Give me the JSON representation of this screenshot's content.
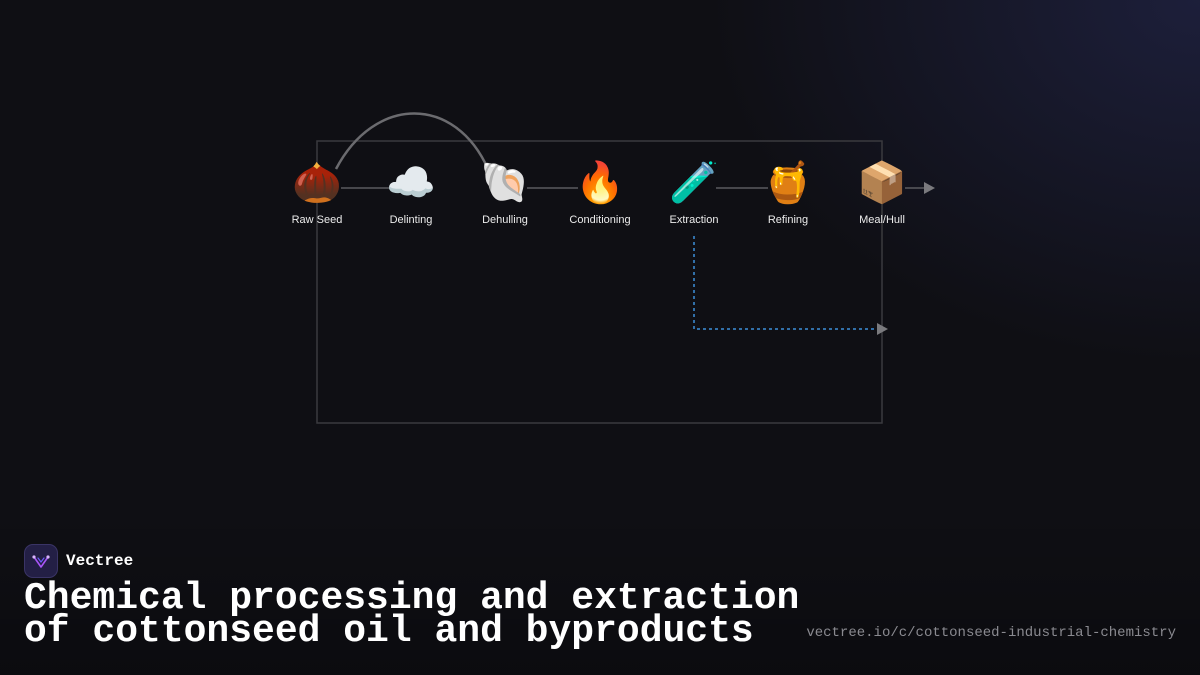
{
  "diagram": {
    "stages": [
      {
        "label": "Raw Seed",
        "icon": "chestnut-icon",
        "glyph": "🌰"
      },
      {
        "label": "Delinting",
        "icon": "cloud-icon",
        "glyph": "☁️"
      },
      {
        "label": "Dehulling",
        "icon": "shell-icon",
        "glyph": "🐚"
      },
      {
        "label": "Conditioning",
        "icon": "fire-icon",
        "glyph": "🔥"
      },
      {
        "label": "Extraction",
        "icon": "test-tube-icon",
        "glyph": "🧪"
      },
      {
        "label": "Refining",
        "icon": "honey-pot-icon",
        "glyph": "🍯"
      },
      {
        "label": "Meal/Hull",
        "icon": "package-icon",
        "glyph": "📦"
      }
    ],
    "colors": {
      "line": "#5a5a5e",
      "arc": "#6b6b6f",
      "box": "#3a3a3e",
      "dashed": "#3d8fd9",
      "arrow": "#7a7a7e"
    }
  },
  "brand": {
    "name": "Vectree",
    "logo_icon": "vectree-logo-icon"
  },
  "title": {
    "line1": "Chemical processing and extraction",
    "line2": "of cottonseed oil and byproducts"
  },
  "footer": {
    "url": "vectree.io/c/cottonseed-industrial-chemistry"
  }
}
